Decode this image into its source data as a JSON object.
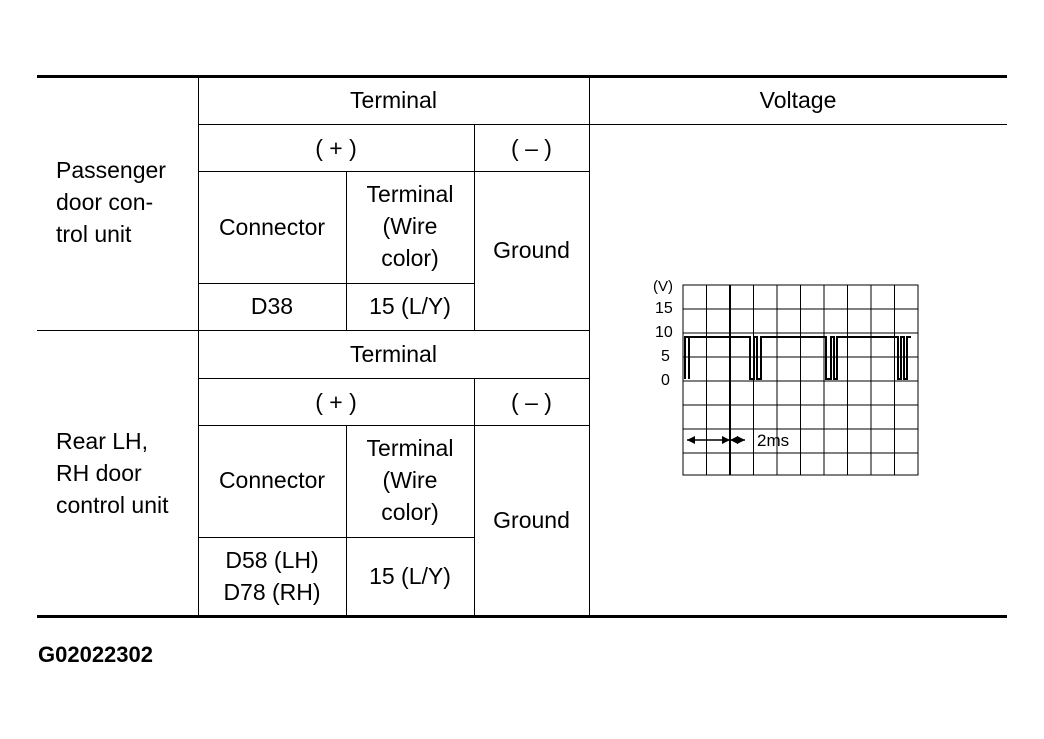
{
  "table": {
    "header_terminal": "Terminal",
    "header_voltage": "Voltage",
    "plus": "( + )",
    "minus": "( – )",
    "connector": "Connector",
    "terminal_wire": [
      "Terminal",
      "(Wire",
      "color)"
    ],
    "ground": "Ground",
    "rows": [
      {
        "unit": [
          "Passenger",
          "door con-",
          "trol unit"
        ],
        "connector": [
          "D38"
        ],
        "terminal": "15 (L/Y)"
      },
      {
        "unit": [
          "Rear LH,",
          "RH  door",
          "control unit"
        ],
        "connector": [
          "D58 (LH)",
          "D78 (RH)"
        ],
        "terminal": "15 (L/Y)"
      }
    ]
  },
  "scope": {
    "unit_label": "(V)",
    "y_ticks": [
      "15",
      "10",
      "5",
      "0"
    ],
    "time_label": "2ms"
  },
  "figure_code": "G02022302"
}
